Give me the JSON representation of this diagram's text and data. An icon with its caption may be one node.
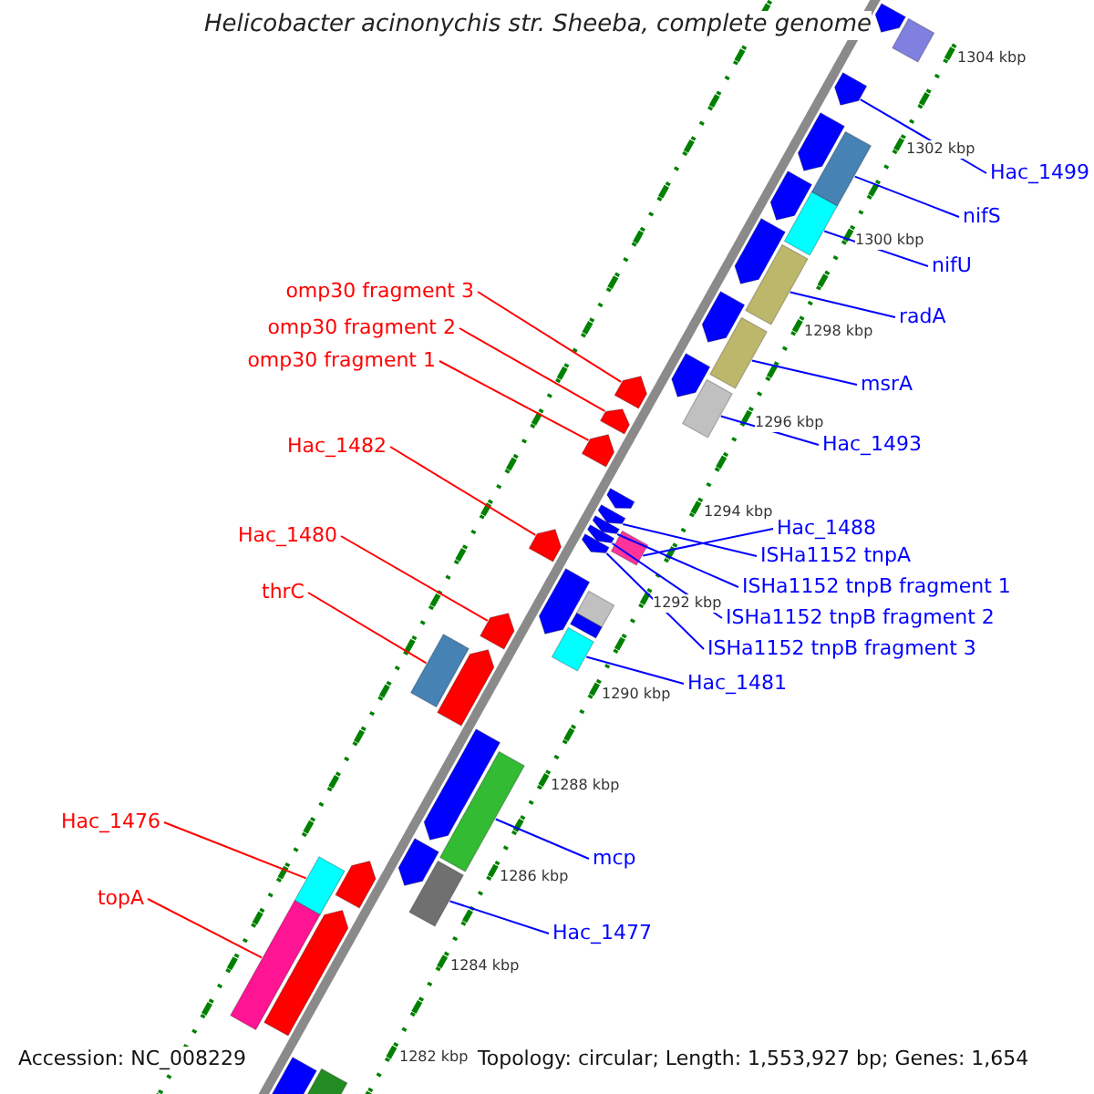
{
  "diagram": {
    "title": "Helicobacter acinonychis str. Sheeba, complete genome",
    "nodes": [
      {
        "text": [
          "Hac_1499"
        ]
      },
      {
        "text": [],
        "shape": "arrow"
      },
      {
        "text": [
          "nifS"
        ]
      },
      {
        "text": [],
        "shape": "box"
      },
      {
        "text": [
          "nifU"
        ]
      },
      {
        "text": [],
        "shape": "box"
      },
      {
        "text": [
          "radA"
        ]
      },
      {
        "text": [],
        "shape": "box"
      },
      {
        "text": [
          "msrA"
        ]
      },
      {
        "text": [],
        "shape": "box"
      },
      {
        "text": [
          "Hac_1493"
        ]
      },
      {
        "text": [],
        "shape": "box"
      },
      {
        "text": [
          "Hac_1488"
        ]
      },
      {
        "text": [],
        "shape": "box"
      },
      {
        "text": [
          "ISHa1152 tnpA"
        ]
      },
      {
        "text": [],
        "shape": "arrow"
      },
      {
        "text": [
          "ISHa1152 tnpB fragment 1"
        ]
      },
      {
        "text": [],
        "shape": "arrow"
      },
      {
        "text": [
          "ISHa1152 tnpB fragment 2"
        ]
      },
      {
        "text": [],
        "shape": "arrow"
      },
      {
        "text": [
          "ISHa1152 tnpB fragment 3"
        ]
      },
      {
        "text": [],
        "shape": "arrow"
      },
      {
        "text": [
          "Hac_1481"
        ]
      },
      {
        "text": [],
        "shape": "box"
      },
      {
        "text": [
          "mcp"
        ]
      },
      {
        "text": [],
        "shape": "box"
      },
      {
        "text": [
          "Hac_1477"
        ]
      },
      {
        "text": [],
        "shape": "box"
      },
      {
        "text": [
          "omp30 fragment 3"
        ]
      },
      {
        "text": [],
        "shape": "arrow"
      },
      {
        "text": [
          "omp30 fragment 2"
        ]
      },
      {
        "text": [],
        "shape": "arrow"
      },
      {
        "text": [
          "omp30 fragment 1"
        ]
      },
      {
        "text": [],
        "shape": "arrow"
      },
      {
        "text": [
          "Hac_1482"
        ]
      },
      {
        "text": [],
        "shape": "arrow"
      },
      {
        "text": [
          "Hac_1480"
        ]
      },
      {
        "text": [],
        "shape": "arrow"
      },
      {
        "text": [
          "thrC"
        ]
      },
      {
        "text": [],
        "shape": "box"
      },
      {
        "text": [
          "Hac_1476"
        ]
      },
      {
        "text": [],
        "shape": "box"
      },
      {
        "text": [
          "topA"
        ]
      },
      {
        "text": [],
        "shape": "box"
      },
      {
        "text": [],
        "shape": "arrow"
      },
      {
        "text": [],
        "shape": "box"
      },
      {
        "text": [],
        "shape": "arrow"
      },
      {
        "text": [],
        "shape": "arrow"
      },
      {
        "text": [],
        "shape": "arrow"
      },
      {
        "text": [],
        "shape": "arrow"
      },
      {
        "text": [],
        "shape": "arrow"
      },
      {
        "text": [],
        "shape": "arrow"
      },
      {
        "text": [],
        "shape": "arrow"
      },
      {
        "text": [],
        "shape": "box"
      },
      {
        "text": [],
        "shape": "box"
      },
      {
        "text": [],
        "shape": "arrow"
      },
      {
        "text": [],
        "shape": "arrow"
      },
      {
        "text": [],
        "shape": "arrow"
      },
      {
        "text": [],
        "shape": "arrow"
      },
      {
        "text": [],
        "shape": "arrow"
      },
      {
        "text": [],
        "shape": "arrow"
      },
      {
        "text": [],
        "shape": "box"
      }
    ],
    "edges": [
      {
        "from": 0,
        "to": 1,
        "arrow": "none"
      },
      {
        "from": 2,
        "to": 3,
        "arrow": "none"
      },
      {
        "from": 4,
        "to": 5,
        "arrow": "none"
      },
      {
        "from": 6,
        "to": 7,
        "arrow": "none"
      },
      {
        "from": 8,
        "to": 9,
        "arrow": "none"
      },
      {
        "from": 10,
        "to": 11,
        "arrow": "none"
      },
      {
        "from": 12,
        "to": 13,
        "arrow": "none"
      },
      {
        "from": 14,
        "to": 15,
        "arrow": "none"
      },
      {
        "from": 16,
        "to": 17,
        "arrow": "none"
      },
      {
        "from": 18,
        "to": 19,
        "arrow": "none"
      },
      {
        "from": 20,
        "to": 21,
        "arrow": "none"
      },
      {
        "from": 22,
        "to": 23,
        "arrow": "none"
      },
      {
        "from": 24,
        "to": 25,
        "arrow": "none"
      },
      {
        "from": 26,
        "to": 27,
        "arrow": "none"
      },
      {
        "from": 28,
        "to": 29,
        "arrow": "none",
        "color": "#ff0000"
      },
      {
        "from": 30,
        "to": 31,
        "arrow": "none",
        "color": "#ff0000"
      },
      {
        "from": 32,
        "to": 33,
        "arrow": "none",
        "color": "#ff0000"
      },
      {
        "from": 34,
        "to": 35,
        "arrow": "none",
        "color": "#ff0000"
      },
      {
        "from": 36,
        "to": 37,
        "arrow": "none",
        "color": "#ff0000"
      },
      {
        "from": 38,
        "to": 39,
        "arrow": "none",
        "color": "#ff0000"
      },
      {
        "from": 40,
        "to": 41,
        "arrow": "none",
        "color": "#ff0000"
      },
      {
        "from": 42,
        "to": 43,
        "arrow": "none",
        "color": "#ff0000"
      }
    ],
    "labels": [
      "1304 kbp",
      "1302 kbp",
      "1300 kbp",
      "1298 kbp",
      "1296 kbp",
      "1294 kbp",
      "1292 kbp",
      "1290 kbp",
      "1288 kbp",
      "1286 kbp",
      "1284 kbp",
      "Accession: NC_008229",
      "1282 kbp",
      "Topology: circular; Length: 1,553,927 bp; Genes: 1,654"
    ]
  }
}
